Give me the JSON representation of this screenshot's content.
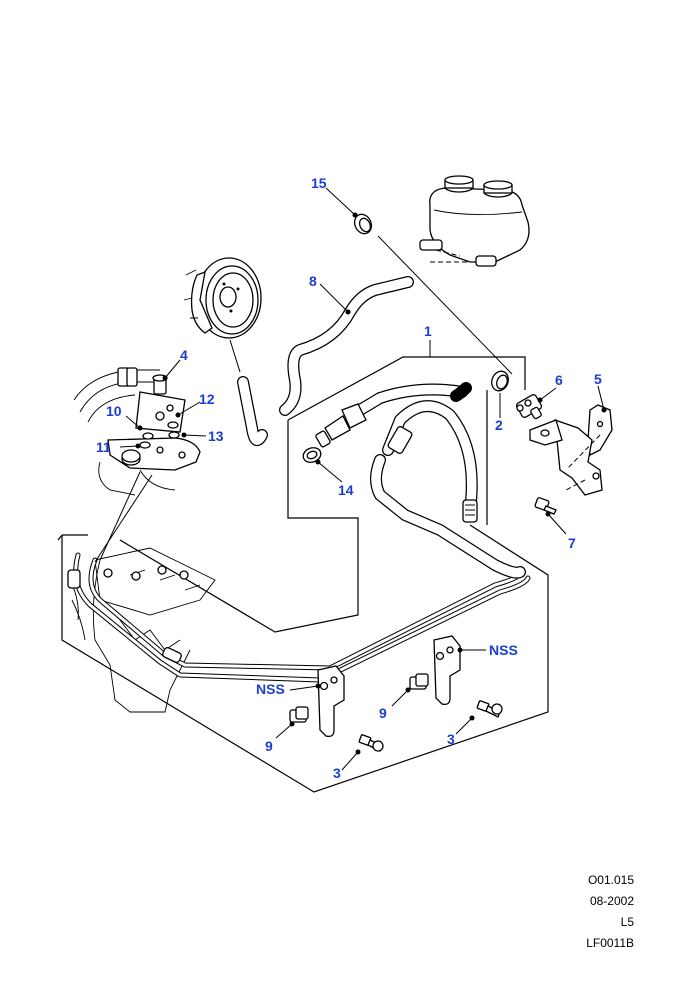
{
  "callouts": {
    "c1": "1",
    "c2": "2",
    "c3a": "3",
    "c3b": "3",
    "c4": "4",
    "c5": "5",
    "c6": "6",
    "c7": "7",
    "c8": "8",
    "c9a": "9",
    "c9b": "9",
    "c10": "10",
    "c11": "11",
    "c12": "12",
    "c13": "13",
    "c14": "14",
    "c15": "15",
    "nss_a": "NSS",
    "nss_b": "NSS"
  },
  "reference": {
    "code": "O01.015",
    "date": "08-2002",
    "model": "L5",
    "figure": "LF0011B"
  },
  "colors": {
    "callout": "#1a3fd0",
    "line": "#000000",
    "background": "#ffffff"
  }
}
